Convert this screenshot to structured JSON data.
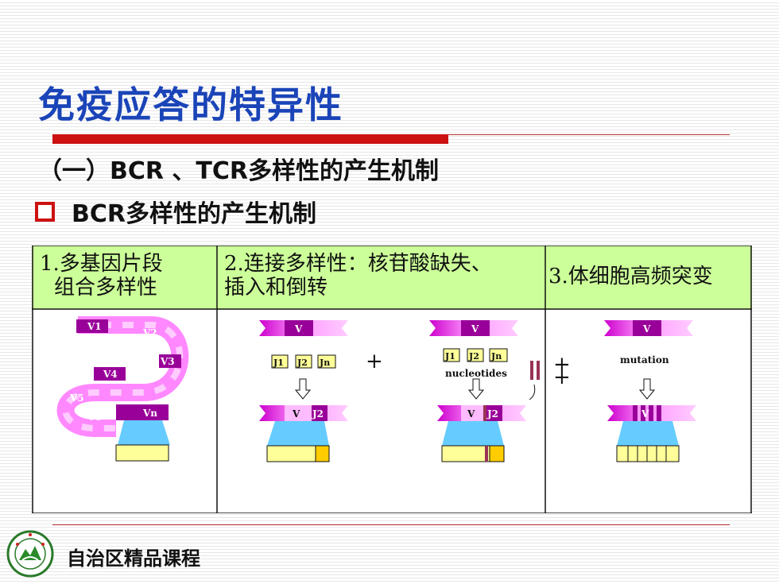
{
  "slide": {
    "title": "免疫应答的特异性",
    "subtitle": "（一）BCR 、TCR多样性的产生机制",
    "bullet_point": "BCR多样性的产生机制",
    "footer": "自治区精品课程"
  },
  "table": {
    "headers": [
      {
        "line1": "1.多基因片段",
        "line2": "组合多样性"
      },
      {
        "line1": "2.连接多样性：核苷酸缺失、",
        "line2": "插入和倒转"
      },
      {
        "line1": "3.体细胞高频突变",
        "line2": ""
      }
    ],
    "header_bg": "#ccff99"
  },
  "panel1": {
    "segments": [
      "V1",
      "V2",
      "V3",
      "V4",
      "V5",
      "V6",
      "Vn"
    ]
  },
  "panel2": {
    "v_label": "V",
    "j_segments": [
      "J1",
      "J2",
      "Jn"
    ],
    "vj_label_v": "V",
    "vj_label_j": "J2",
    "nucleotides_label": "nucleotides",
    "plus_symbol": "+"
  },
  "panel3": {
    "v_label": "V",
    "mutation_label": "mutation",
    "result_label": "V"
  },
  "colors": {
    "title": "#1a44b8",
    "red_accent": "#cc1111",
    "segment_dark": "#990099",
    "segment_light": "#ff66ff",
    "segment_pink": "#ff99ff",
    "c_region": "#66ccff",
    "box_yellow": "#ffff99",
    "j_orange": "#ffcc00"
  }
}
